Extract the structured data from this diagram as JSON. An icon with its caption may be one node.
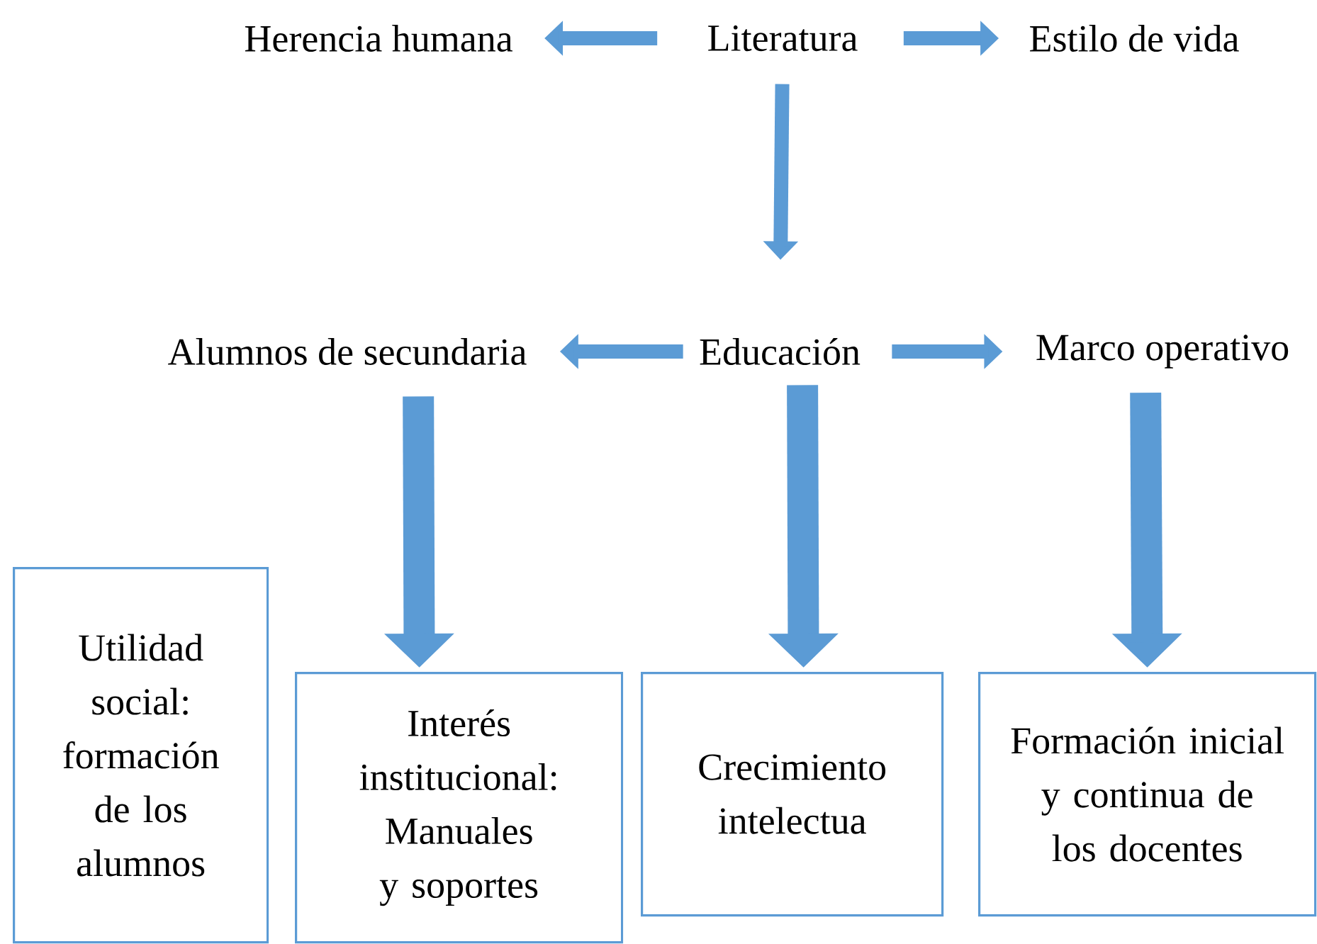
{
  "diagram": {
    "nodes": [
      {
        "text": [
          "Literatura"
        ]
      },
      {
        "text": [
          "Herencia humana"
        ]
      },
      {
        "text": [
          "Estilo de vida"
        ]
      },
      {
        "text": [
          "Educación"
        ]
      },
      {
        "text": [
          "Alumnos de secundaria"
        ]
      },
      {
        "text": [
          "Marco operativo"
        ]
      },
      {
        "text": [
          "Utilidad social: formación de los alumnos"
        ]
      },
      {
        "text": [
          "Interés institucional: Manuales y soportes"
        ]
      },
      {
        "text": [
          "Crecimiento intelectua"
        ]
      },
      {
        "text": [
          "Formación inicial y continua de los docentes"
        ]
      }
    ],
    "edges": [
      {
        "from": 0,
        "to": 1,
        "arrow": "to"
      },
      {
        "from": 0,
        "to": 2,
        "arrow": "to"
      },
      {
        "from": 0,
        "to": 3,
        "arrow": "to"
      },
      {
        "from": 3,
        "to": 4,
        "arrow": "to"
      },
      {
        "from": 3,
        "to": 5,
        "arrow": "to"
      },
      {
        "from": 4,
        "to": 7,
        "arrow": "to",
        "style": "thick"
      },
      {
        "from": 3,
        "to": 8,
        "arrow": "to",
        "style": "thick"
      },
      {
        "from": 5,
        "to": 9,
        "arrow": "to",
        "style": "thick"
      }
    ]
  }
}
